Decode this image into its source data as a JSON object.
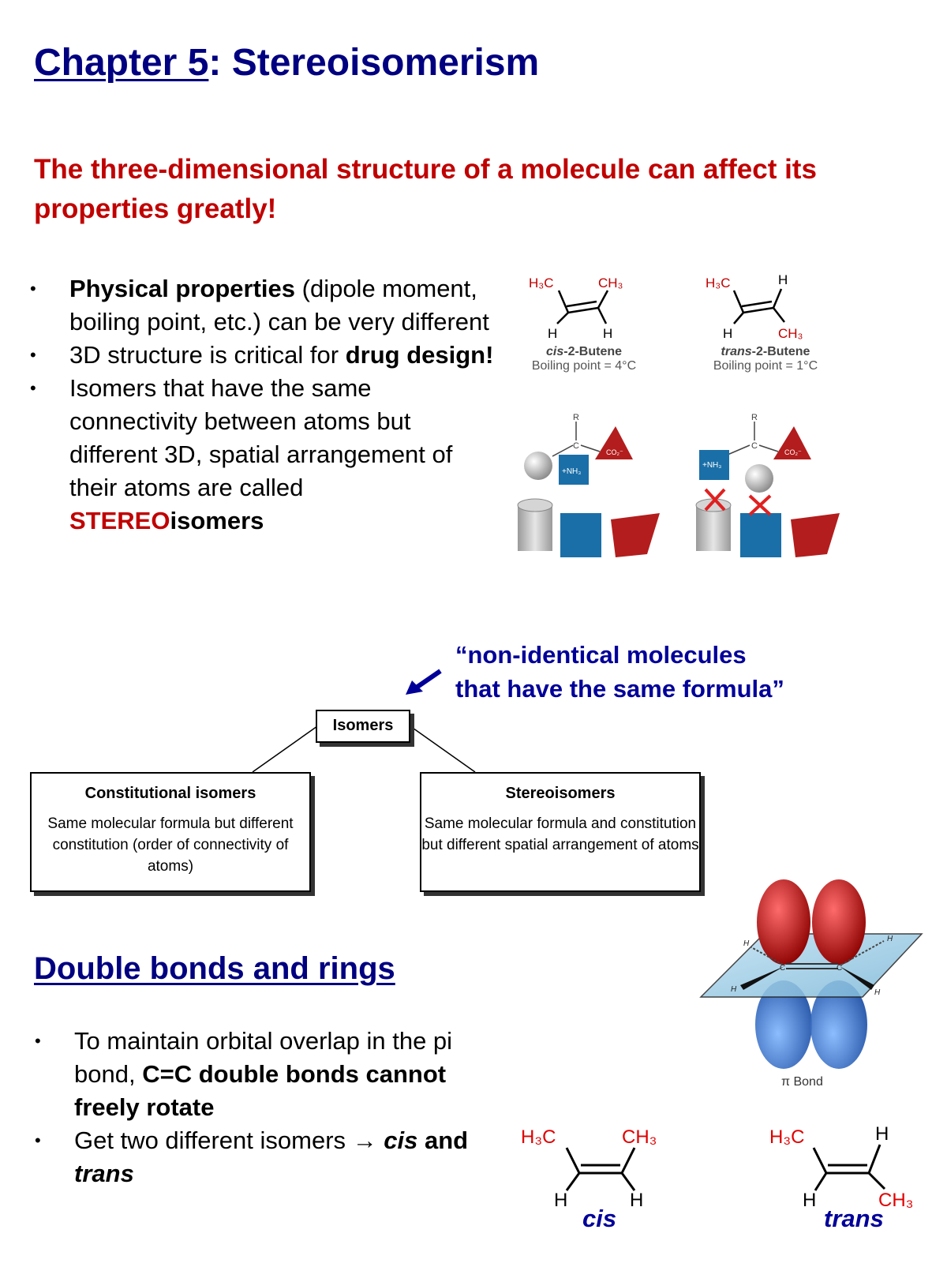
{
  "title": {
    "chapter": "Chapter 5",
    "rest": ": Stereoisomerism"
  },
  "intro": "The three-dimensional structure of a molecule can affect its properties greatly!",
  "bullets1": {
    "b1_bold": "Physical properties",
    "b1_rest": " (dipole moment, boiling point, etc.) can be very different",
    "b2_pre": "3D structure is critical for ",
    "b2_bold": "drug design!",
    "b3_pre": "Isomers that have the same connectivity between atoms but different 3D, spatial arrangement of their atoms are called ",
    "b3_red": "STEREO",
    "b3_bold": "isomers"
  },
  "butene": {
    "cis_name_italic": "cis",
    "cis_name_rest": "-2-Butene",
    "cis_bp": "Boiling point = 4°C",
    "trans_name_italic": "trans",
    "trans_name_rest": "-2-Butene",
    "trans_bp": "Boiling point = 1°C"
  },
  "atoms": {
    "ch3_left": "H₃C",
    "ch3_right": "CH₃",
    "h": "H",
    "r": "R",
    "c": "C",
    "nh3": "+NH₃",
    "co2": "CO₂⁻"
  },
  "quote": {
    "line1": "“non-identical molecules",
    "line2": "that have the same formula”"
  },
  "diagram": {
    "root": "Isomers",
    "left_title": "Constitutional isomers",
    "left_text": "Same molecular formula but different constitution (order of connectivity of atoms)",
    "right_title": "Stereoisomers",
    "right_text": "Same molecular formula and constitution but different spatial arrangement of atoms"
  },
  "pi_bond": {
    "caption": "π Bond"
  },
  "section2": "Double bonds and rings",
  "bullets2": {
    "b1_pre": "To maintain orbital overlap in the pi bond, ",
    "b1_bold": "C=C double bonds cannot freely rotate",
    "b2_pre": "Get two different isomers → ",
    "b2_cis": "cis",
    "b2_and": " and ",
    "b2_trans": "trans"
  },
  "labels": {
    "cis": "cis",
    "trans": "trans"
  },
  "colors": {
    "title_blue": "#000080",
    "accent_red": "#c00000",
    "quote_blue": "#000099"
  }
}
